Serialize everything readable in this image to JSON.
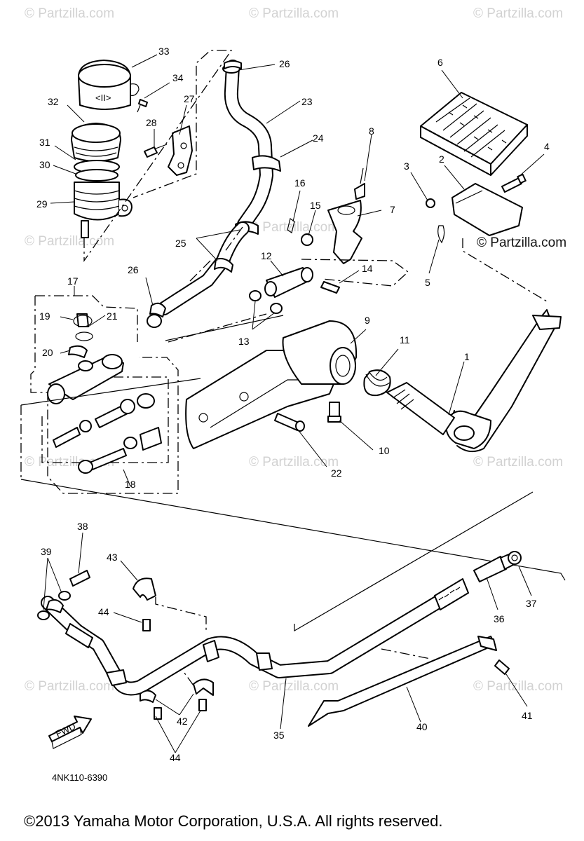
{
  "watermarks": {
    "text": "© Partzilla.com",
    "text_dark": "© Partzilla.com"
  },
  "callouts": [
    "1",
    "2",
    "3",
    "4",
    "5",
    "6",
    "7",
    "8",
    "9",
    "10",
    "11",
    "12",
    "13",
    "14",
    "15",
    "16",
    "17",
    "18",
    "19",
    "20",
    "21",
    "22",
    "23",
    "24",
    "25",
    "26",
    "26",
    "27",
    "28",
    "29",
    "30",
    "31",
    "32",
    "33",
    "34",
    "35",
    "36",
    "37",
    "38",
    "39",
    "40",
    "41",
    "42",
    "43",
    "44",
    "44"
  ],
  "diagram_code": "4NK110-6390",
  "fwd_label": "FWD",
  "copyright": "©2013  Yamaha Motor Corporation, U.S.A. All rights reserved."
}
